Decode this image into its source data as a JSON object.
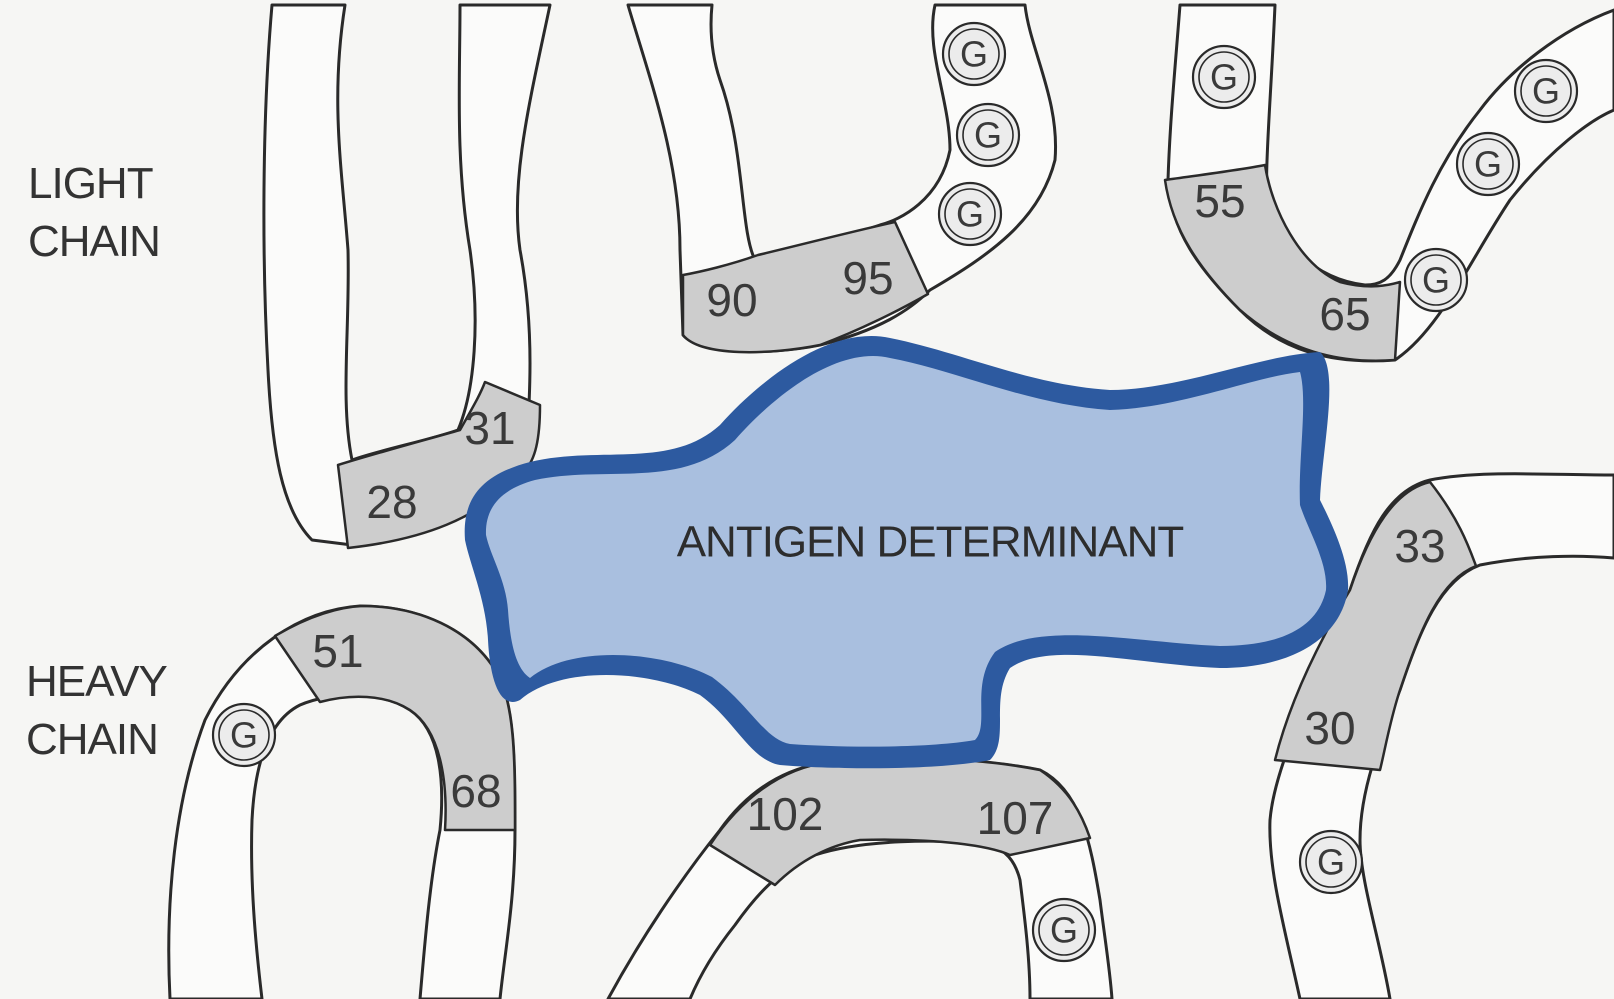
{
  "labels": {
    "light_chain_line1": "LIGHT",
    "light_chain_line2": "CHAIN",
    "heavy_chain_line1": "HEAVY",
    "heavy_chain_line2": "CHAIN",
    "antigen": "ANTIGEN DETERMINANT"
  },
  "residues": {
    "r28": "28",
    "r31": "31",
    "r90": "90",
    "r95": "95",
    "r55": "55",
    "r65": "65",
    "r51": "51",
    "r68": "68",
    "r102": "102",
    "r107": "107",
    "r33": "33",
    "r30": "30"
  },
  "glycine_label": "G",
  "colors": {
    "antigen_border": "#2d5aa0",
    "antigen_fill": "#a9bfdf",
    "cdr_fill": "#cdcdcd",
    "loop_fill": "#fbfbfa"
  }
}
